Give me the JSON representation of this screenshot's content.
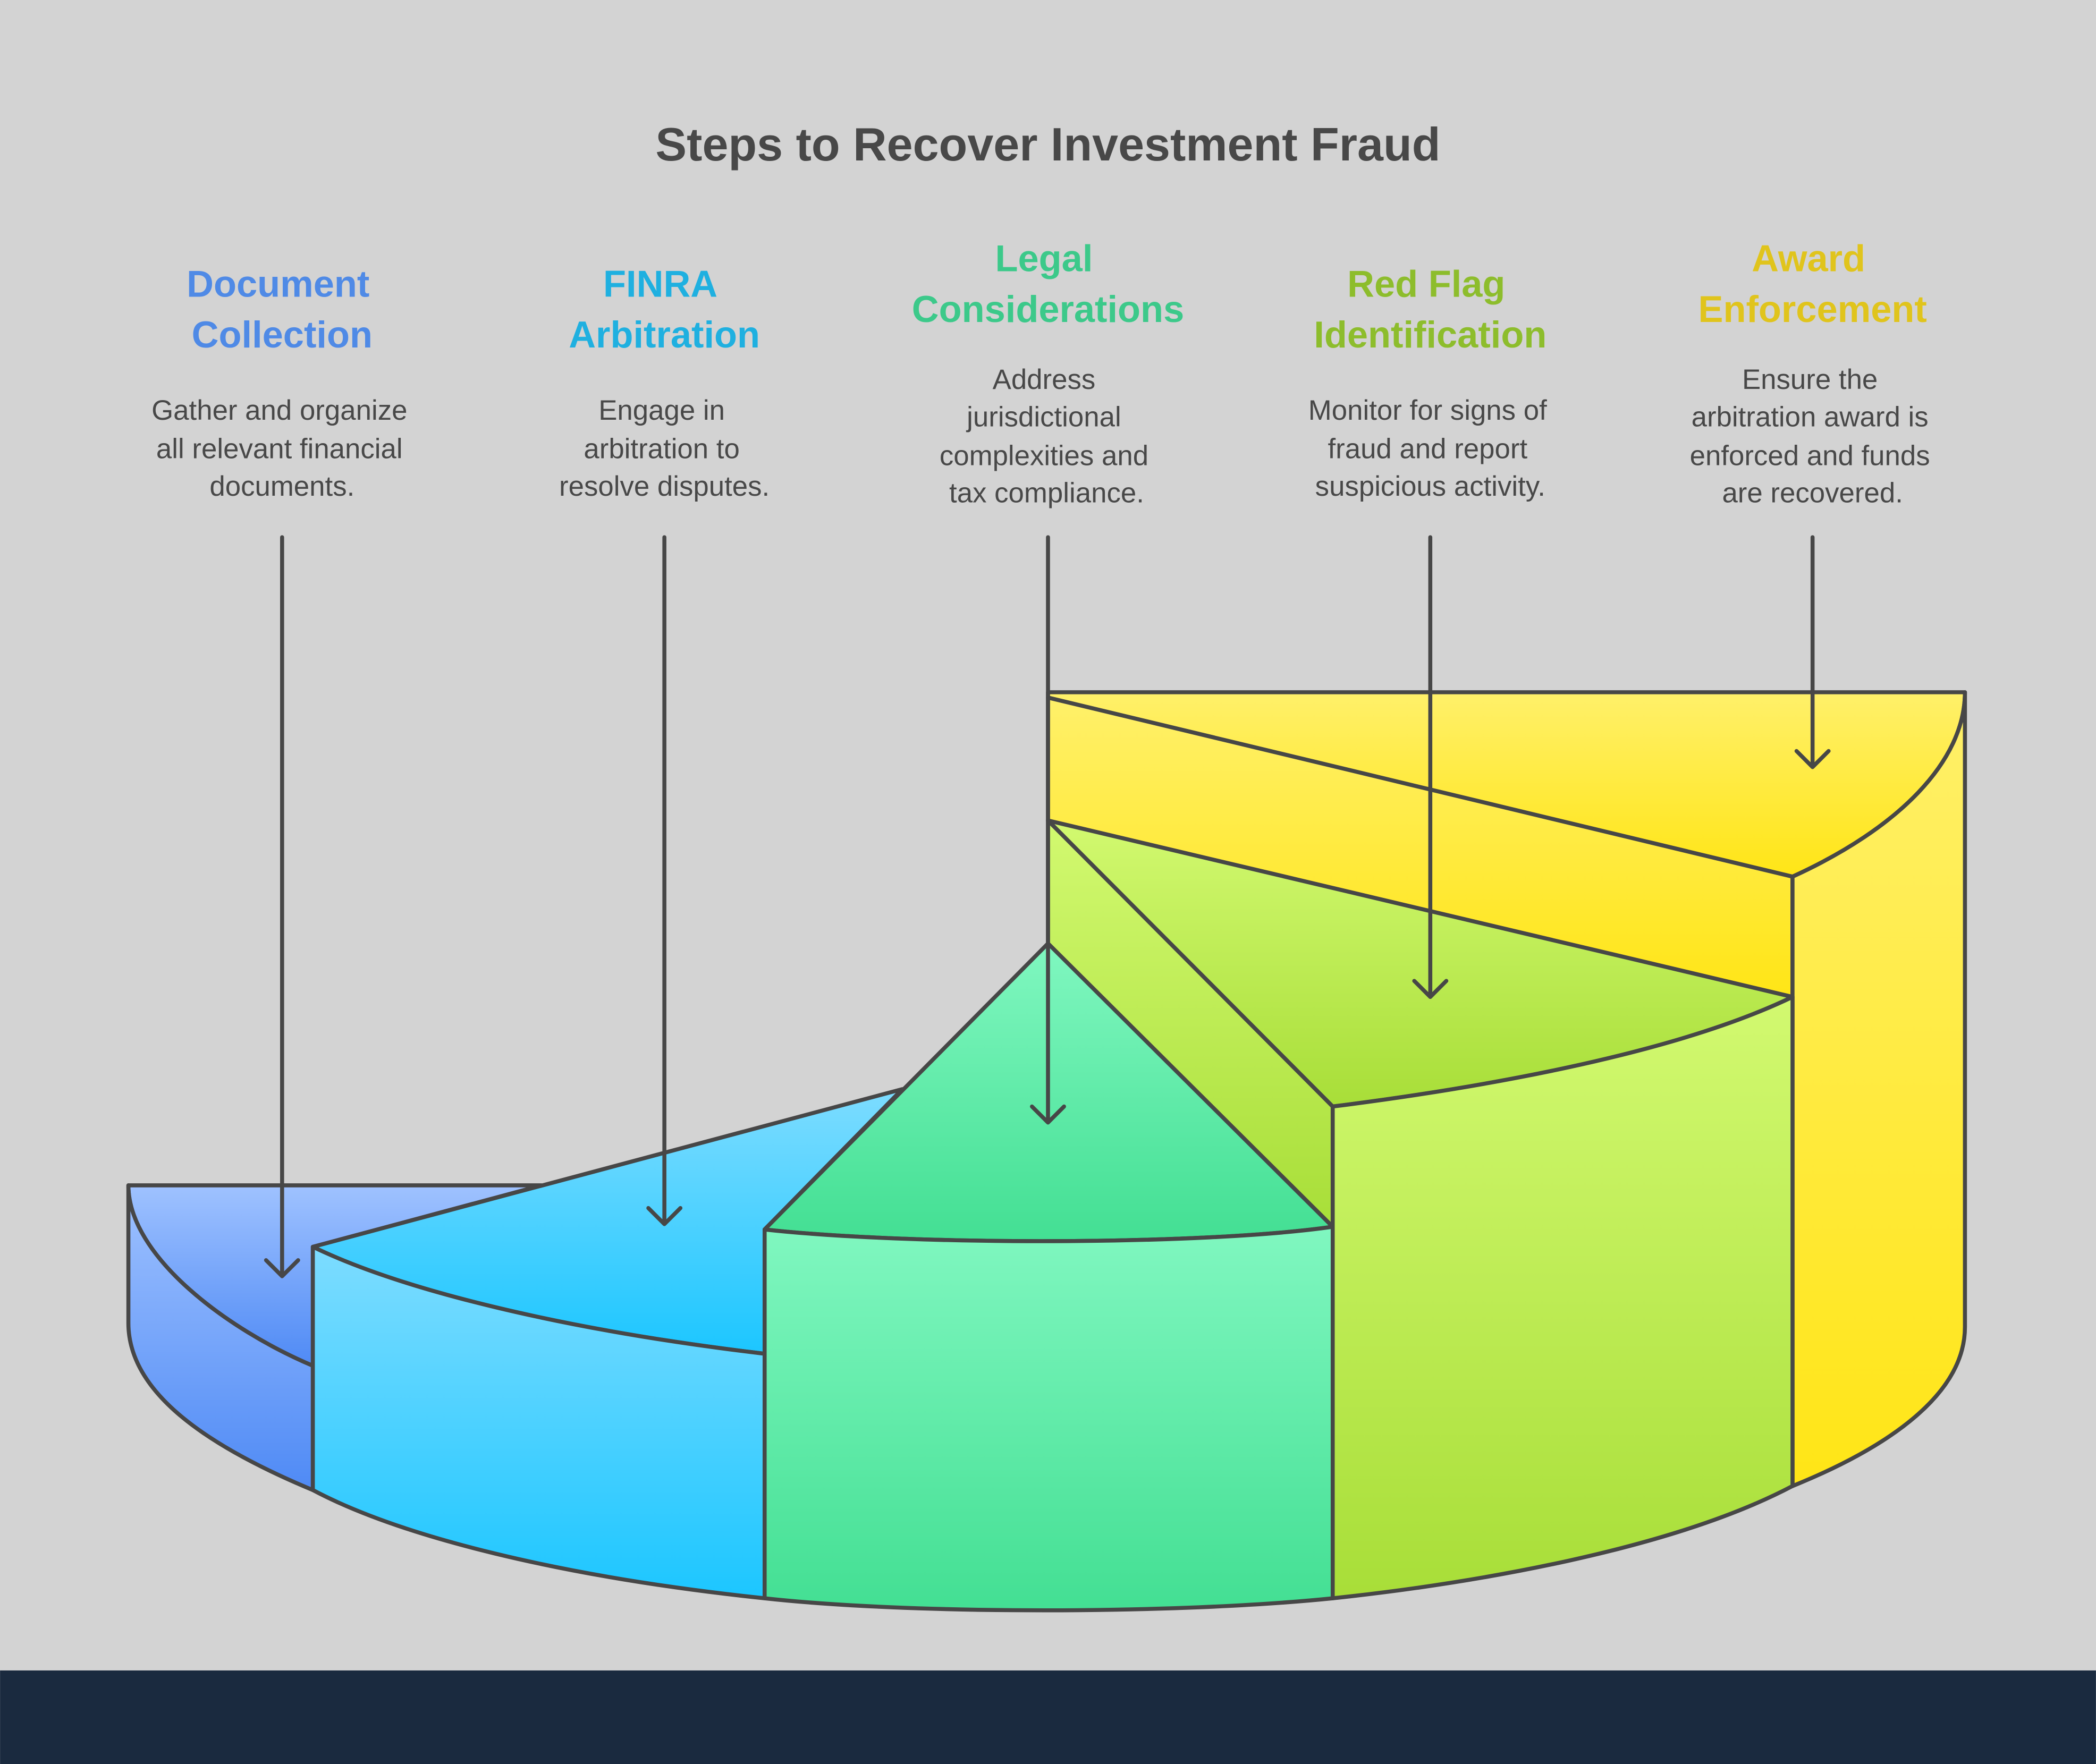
{
  "title": "Steps to Recover Investment Fraud",
  "colors": {
    "background": "#d3d3d3",
    "footer": "#1a2a3f",
    "outline": "#474747",
    "text": "#484848"
  },
  "steps": [
    {
      "title_lines": [
        "Document",
        "Collection"
      ],
      "desc_lines": [
        "Gather and organize",
        "all relevant financial",
        "documents."
      ],
      "color": "#4f8ae6"
    },
    {
      "title_lines": [
        "FINRA",
        "Arbitration"
      ],
      "desc_lines": [
        "Engage in",
        "arbitration to",
        "resolve disputes."
      ],
      "color": "#1fb0e0"
    },
    {
      "title_lines": [
        "Legal",
        "Considerations"
      ],
      "desc_lines": [
        "Address",
        "jurisdictional",
        "complexities and",
        "tax compliance."
      ],
      "color": "#3cc98a"
    },
    {
      "title_lines": [
        "Red Flag",
        "Identification"
      ],
      "desc_lines": [
        "Monitor for signs of",
        "fraud and report",
        "suspicious activity."
      ],
      "color": "#8dbd2c"
    },
    {
      "title_lines": [
        "Award",
        "Enforcement"
      ],
      "desc_lines": [
        "Ensure the",
        "arbitration award is",
        "enforced and funds",
        "are recovered."
      ],
      "color": "#e0c41c"
    }
  ]
}
